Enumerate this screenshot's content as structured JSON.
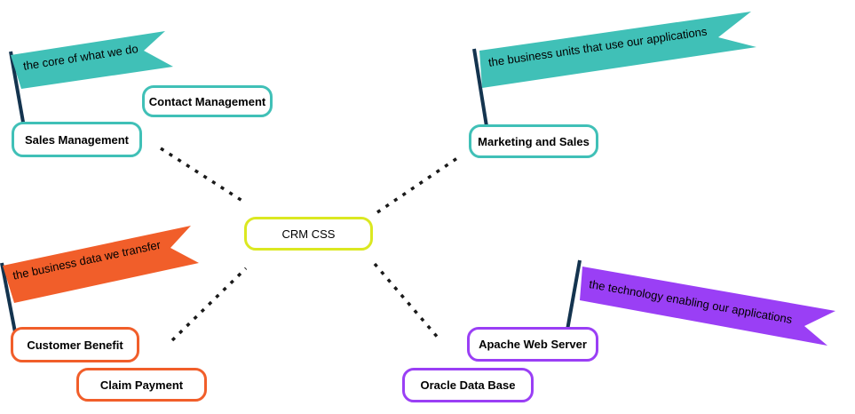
{
  "diagram": {
    "type": "mindmap",
    "connector_color": "#1a1a1a",
    "pole_color": "#14344f",
    "center": {
      "label": "CRM CSS",
      "color": "#dbe821"
    },
    "branches": [
      {
        "name": "core",
        "flag_label": "the core of what we do",
        "color": "#40c0b7",
        "nodes": [
          {
            "label": "Sales Management"
          },
          {
            "label": "Contact Management"
          }
        ]
      },
      {
        "name": "business-units",
        "flag_label": "the business units that use our applications",
        "color": "#40c0b7",
        "nodes": [
          {
            "label": "Marketing and Sales"
          }
        ]
      },
      {
        "name": "business-data",
        "flag_label": "the business data we transfer",
        "color": "#f15e2a",
        "nodes": [
          {
            "label": "Customer Benefit"
          },
          {
            "label": "Claim Payment"
          }
        ]
      },
      {
        "name": "technology",
        "flag_label": "the technology enabling our applications",
        "color": "#9a3ff5",
        "nodes": [
          {
            "label": "Apache Web Server"
          },
          {
            "label": "Oracle Data Base"
          }
        ]
      }
    ]
  }
}
